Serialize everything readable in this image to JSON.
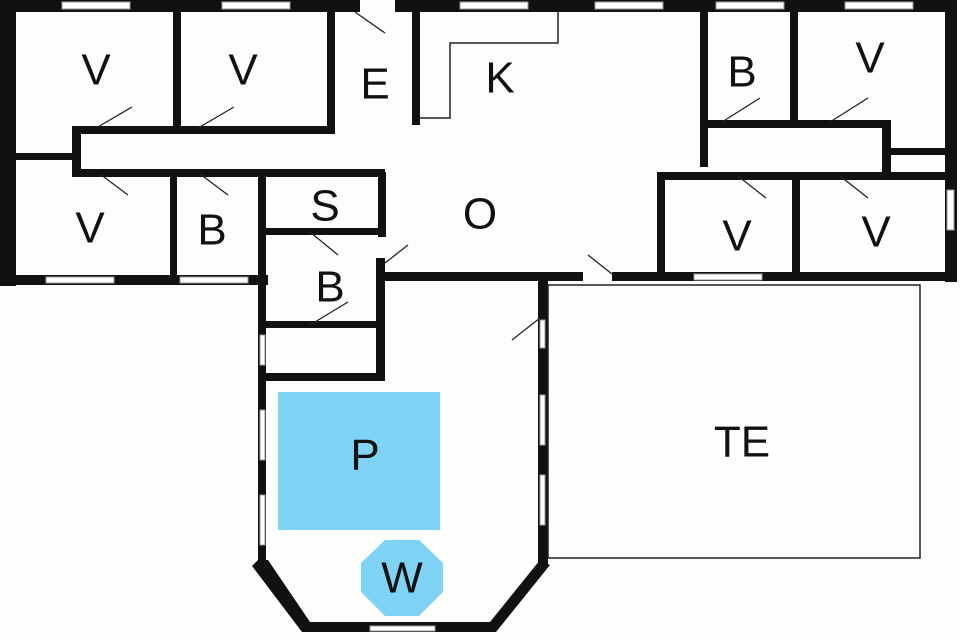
{
  "plan": {
    "rooms": [
      {
        "id": "v1",
        "label": "V"
      },
      {
        "id": "v2",
        "label": "V"
      },
      {
        "id": "e",
        "label": "E"
      },
      {
        "id": "k",
        "label": "K"
      },
      {
        "id": "b1",
        "label": "B"
      },
      {
        "id": "v3",
        "label": "V"
      },
      {
        "id": "v4",
        "label": "V"
      },
      {
        "id": "b2",
        "label": "B"
      },
      {
        "id": "s",
        "label": "S"
      },
      {
        "id": "o",
        "label": "O"
      },
      {
        "id": "b3",
        "label": "B"
      },
      {
        "id": "v5",
        "label": "V"
      },
      {
        "id": "v6",
        "label": "V"
      },
      {
        "id": "te",
        "label": "TE"
      },
      {
        "id": "p",
        "label": "P"
      },
      {
        "id": "w",
        "label": "W"
      }
    ],
    "colors": {
      "wall": "#111111",
      "pool": "#7fd3f5",
      "background": "#fdfdfb"
    }
  }
}
